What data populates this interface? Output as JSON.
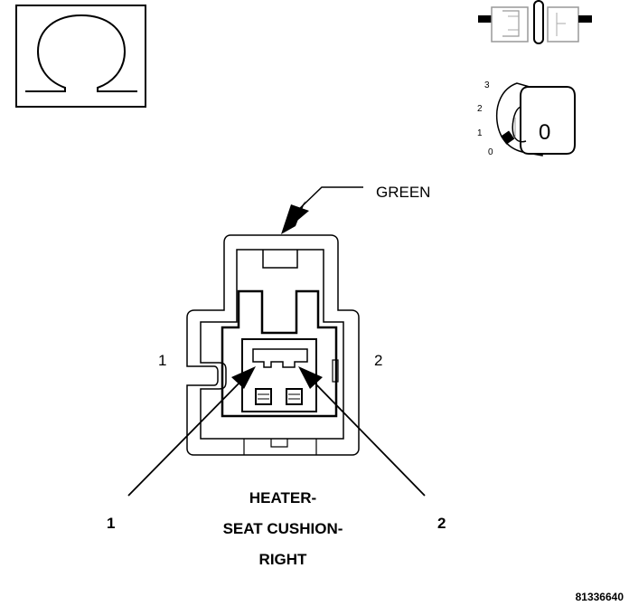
{
  "icons": {
    "ohm": "omega-icon",
    "connector_disconnect": "connector-disconnect-icon",
    "ignition": "ignition-key-icon"
  },
  "ignition": {
    "positions": [
      "3",
      "2",
      "1",
      "0"
    ],
    "key_label": "0"
  },
  "connector": {
    "color_label": "GREEN",
    "housing_left_label": "1",
    "housing_right_label": "2"
  },
  "callouts": {
    "pin1": "1",
    "pin2": "2"
  },
  "caption": {
    "line1": "HEATER-",
    "line2": "SEAT CUSHION-",
    "line3": "RIGHT"
  },
  "figure_id": "81336640"
}
